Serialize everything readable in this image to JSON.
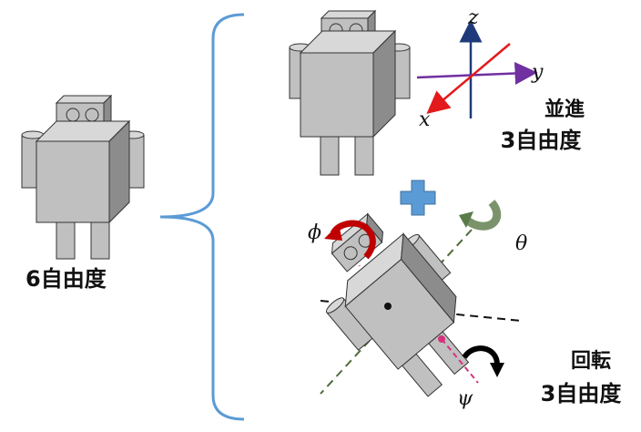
{
  "labels": {
    "six_dof": "6自由度",
    "translation_line1": "並進",
    "translation_line2": "3自由度",
    "rotation_line1": "回転",
    "rotation_line2": "3自由度"
  },
  "axes": {
    "z": "z",
    "y": "y",
    "x": "x"
  },
  "rotation_symbols": {
    "phi": "ϕ",
    "theta": "θ",
    "psi": "ψ"
  },
  "colors": {
    "robot_front": "#c0c0c0",
    "robot_side": "#8c8c8c",
    "robot_top": "#d8d8d8",
    "bracket": "#5b9bd5",
    "plus": "#5b9bd5",
    "z_axis": "#1f3a7a",
    "y_axis": "#7030a0",
    "x_axis": "#e31a1c",
    "phi_arrow": "#c00000",
    "theta_arrow": "#5a7a4a",
    "psi_arrow": "#000000",
    "phi_axis": "#d6337c",
    "theta_axis": "#4e6b3a"
  }
}
